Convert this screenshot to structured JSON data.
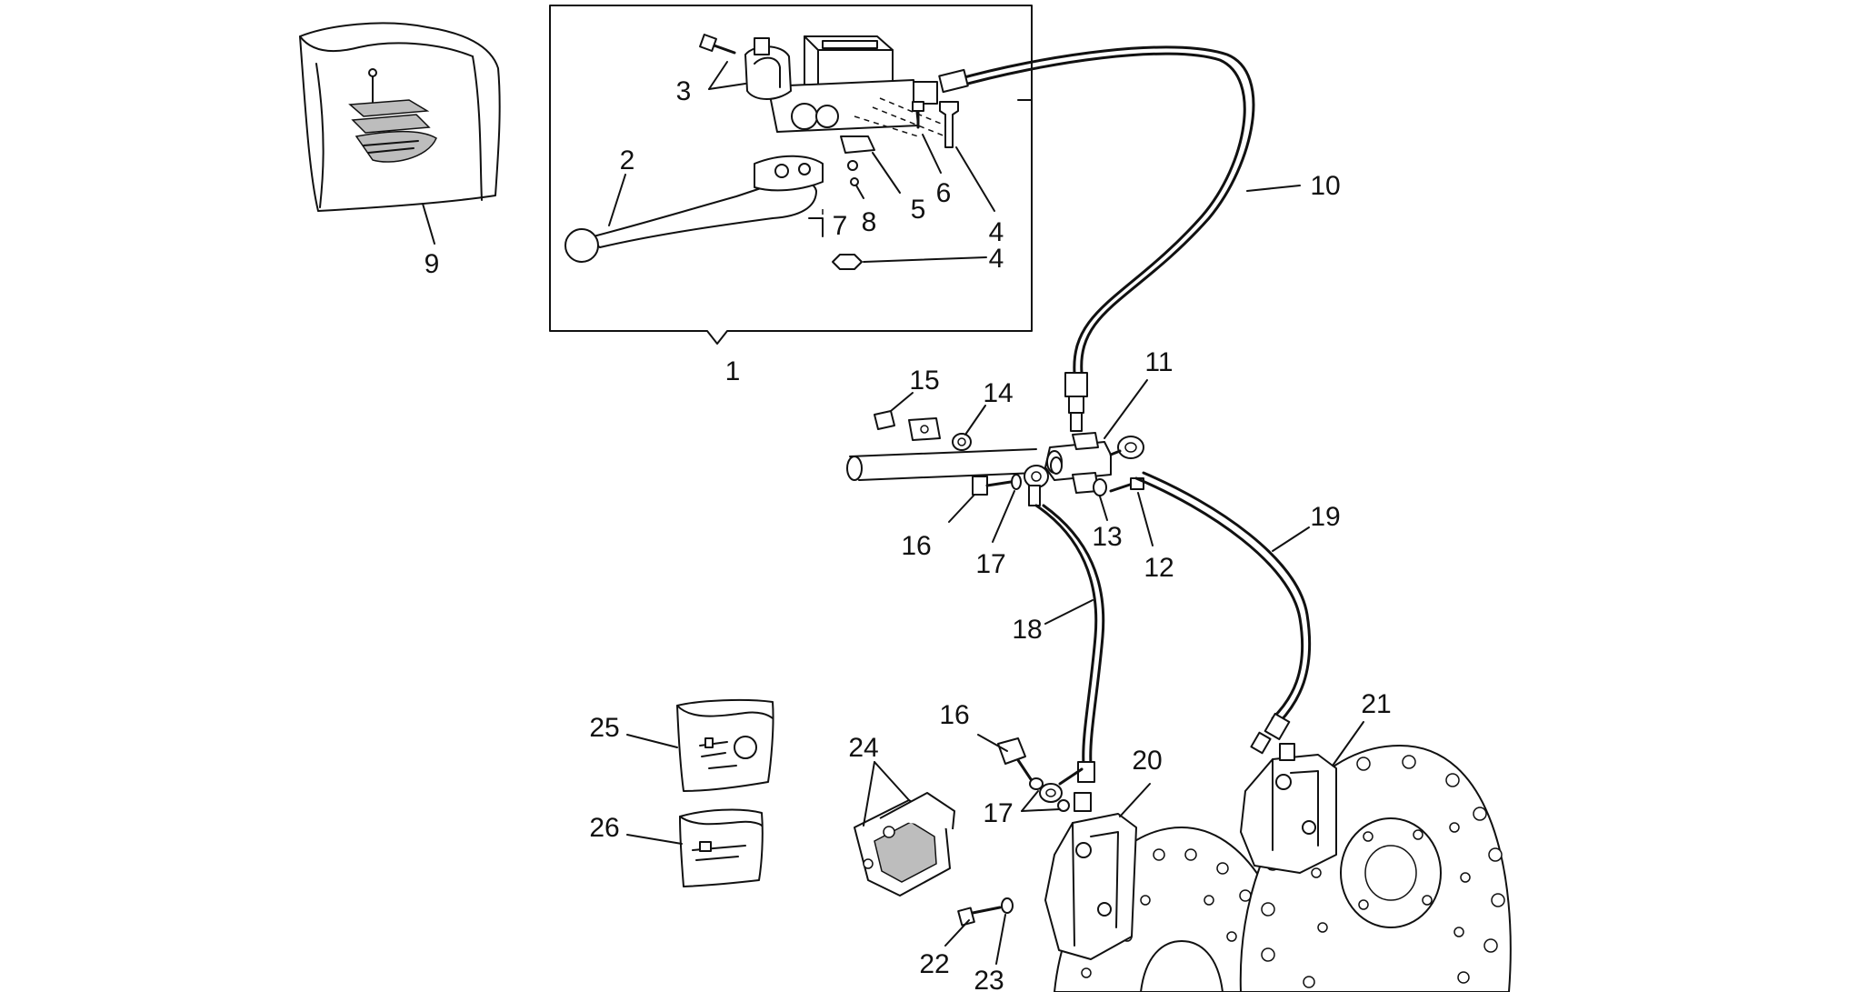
{
  "diagram": {
    "callouts": {
      "c1": "1",
      "c2": "2",
      "c3": "3",
      "c4a": "4",
      "c4b": "4",
      "c5": "5",
      "c6": "6",
      "c7": "7",
      "c8": "8",
      "c9": "9",
      "c10": "10",
      "c11": "11",
      "c12": "12",
      "c13": "13",
      "c14": "14",
      "c15": "15",
      "c16a": "16",
      "c16b": "16",
      "c17a": "17",
      "c17b": "17",
      "c18": "18",
      "c19": "19",
      "c20": "20",
      "c21": "21",
      "c22": "22",
      "c23": "23",
      "c24": "24",
      "c25": "25",
      "c26": "26"
    },
    "colors": {
      "line": "#111111",
      "background": "#ffffff",
      "shade": "#bdbdbd"
    }
  }
}
